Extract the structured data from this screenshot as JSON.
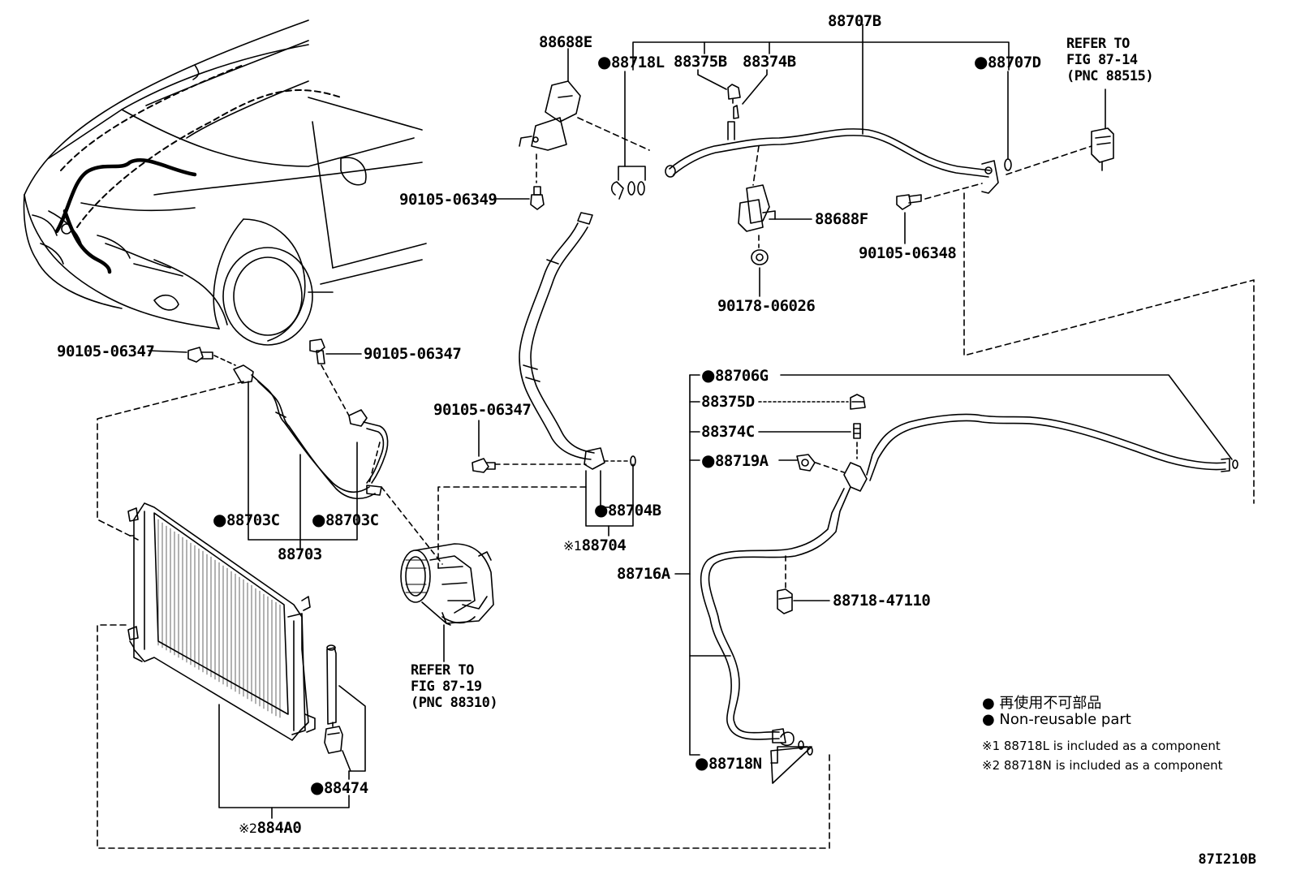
{
  "part_numbers": {
    "p88707B": "88707B",
    "p88688E": "88688E",
    "p88718L": "88718L",
    "p88375B": "88375B",
    "p88374B": "88374B",
    "p88707D": "88707D",
    "p90105_06349": "90105-06349",
    "p88688F": "88688F",
    "p90105_06348": "90105-06348",
    "p90178_06026": "90178-06026",
    "p90105_06347_a": "90105-06347",
    "p90105_06347_b": "90105-06347",
    "p90105_06347_c": "90105-06347",
    "p88703C_a": "88703C",
    "p88703C_b": "88703C",
    "p88703": "88703",
    "p88704B": "88704B",
    "p88704": "88704",
    "p88716A": "88716A",
    "p88706G": "88706G",
    "p88375D": "88375D",
    "p88374C": "88374C",
    "p88719A": "88719A",
    "p88718_47110": "88718-47110",
    "p88718N": "88718N",
    "p88474": "88474",
    "p884A0": "884A0"
  },
  "symbols": {
    "dot": "●",
    "note1_prefix": "※1",
    "note2_prefix": "※2"
  },
  "references": {
    "top_right": [
      "REFER TO",
      "FIG 87-14",
      "(PNC 88515)"
    ],
    "compressor": [
      "REFER TO",
      "FIG 87-19",
      "(PNC 88310)"
    ]
  },
  "legend": {
    "jp_line": "● 再使用不可部品",
    "en_line": "● Non-reusable part",
    "note1": "※1 88718L is included as a component",
    "note2": "※2 88718N is included as a component"
  },
  "figure_id": "87I210B"
}
